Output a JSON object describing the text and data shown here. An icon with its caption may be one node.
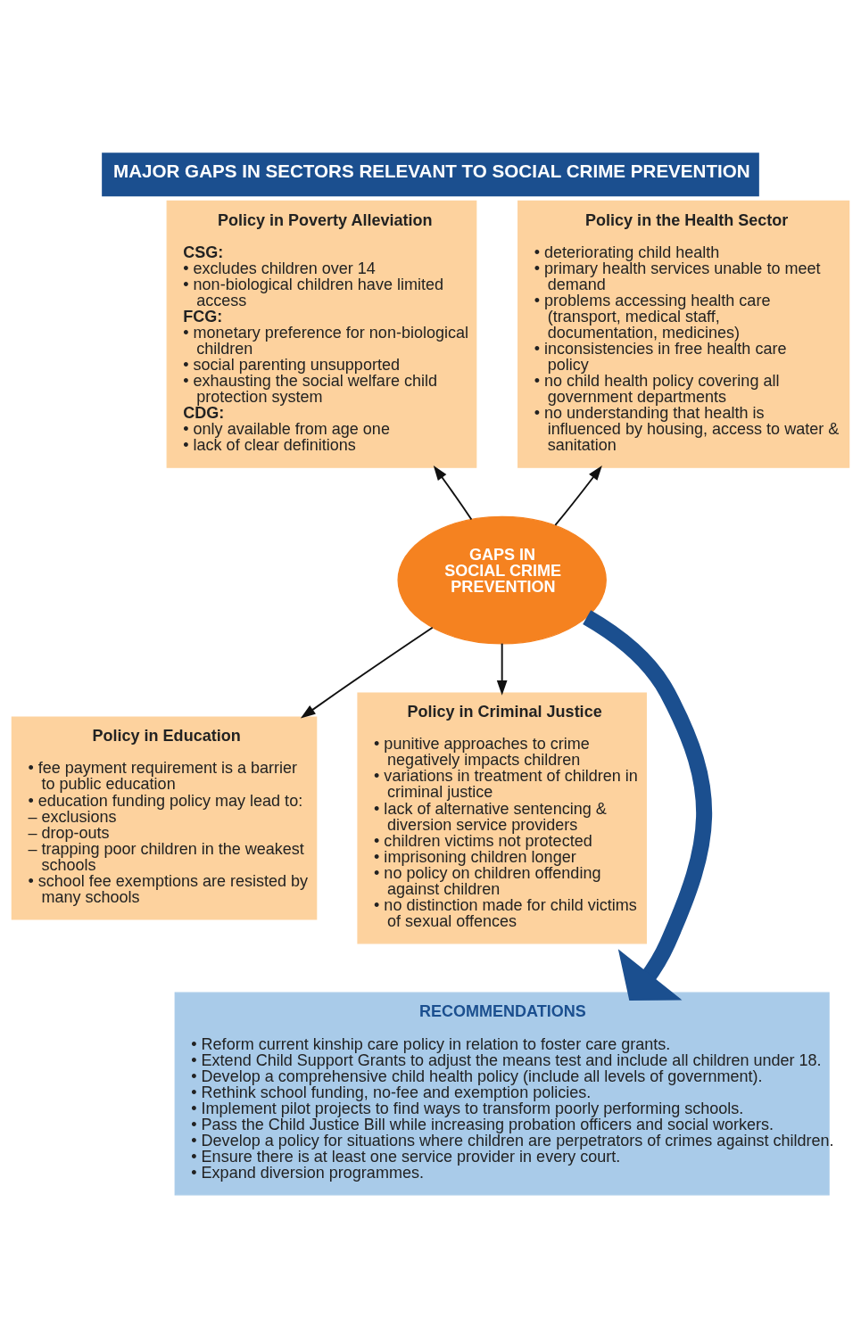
{
  "diagram": {
    "title": "MAJOR GAPS IN SECTORS RELEVANT TO SOCIAL CRIME PREVENTION",
    "nodes": [
      {
        "text": [
          "Policy in Poverty Alleviation",
          "CSG:",
          "• excludes children over 14",
          "• non-biological children have limited access",
          "FCG:",
          "• monetary preference for non-biological children",
          "• social parenting unsupported",
          "• exhausting the social welfare child protection system",
          "CDG:",
          "• only available from age one",
          "• lack of clear definitions"
        ]
      },
      {
        "text": [
          "Policy in the Health Sector",
          "• deteriorating child health",
          "• primary health services unable to meet demand",
          "• problems accessing health care (transport, medical staff, documentation, medicines)",
          "• inconsistencies in free health care policy",
          "• no child health policy covering all government departments",
          "• no understanding that health is influenced by housing, access to water & sanitation"
        ]
      },
      {
        "text": [
          "GAPS IN SOCIAL CRIME PREVENTION"
        ]
      },
      {
        "text": [
          "Policy in Education",
          "• fee payment requirement is a barrier to public education",
          "• education funding policy may lead to:",
          "– exclusions",
          "– drop-outs",
          "– trapping poor children in the weakest schools",
          "• school fee exemptions are resisted by many schools"
        ]
      },
      {
        "text": [
          "Policy in Criminal Justice",
          "• punitive approaches to crime negatively impacts children",
          "• variations in treatment of children in criminal justice",
          "• lack of alternative sentencing & diversion service providers",
          "• children victims not protected",
          "• imprisoning children longer",
          "• no policy on children offending against children",
          "• no distinction made for child victims of sexual offences"
        ]
      },
      {
        "text": [
          "RECOMMENDATIONS",
          "• Reform current kinship care policy in relation to foster care grants.",
          "• Extend Child Support Grants to adjust the means test and include all children under 18.",
          "• Develop a comprehensive child health policy (include all levels of government).",
          "• Rethink school funding, no-fee and exemption policies.",
          "• Implement pilot projects to find ways to transform poorly performing schools.",
          "• Pass the Child Justice Bill while increasing probation officers and social workers.",
          "• Develop a policy for situations where children are perpetrators of crimes against children.",
          "• Ensure there is at least one service provider in every court.",
          "• Expand diversion programmes."
        ]
      }
    ],
    "edges": [
      {
        "from": 2,
        "to": 0,
        "arrow": "to"
      },
      {
        "from": 2,
        "to": 1,
        "arrow": "to"
      },
      {
        "from": 2,
        "to": 3,
        "arrow": "to"
      },
      {
        "from": 2,
        "to": 4,
        "arrow": "to"
      },
      {
        "from": 2,
        "to": 5,
        "arrow": "to",
        "style": "thick",
        "color": "#1b4f8f"
      }
    ]
  }
}
